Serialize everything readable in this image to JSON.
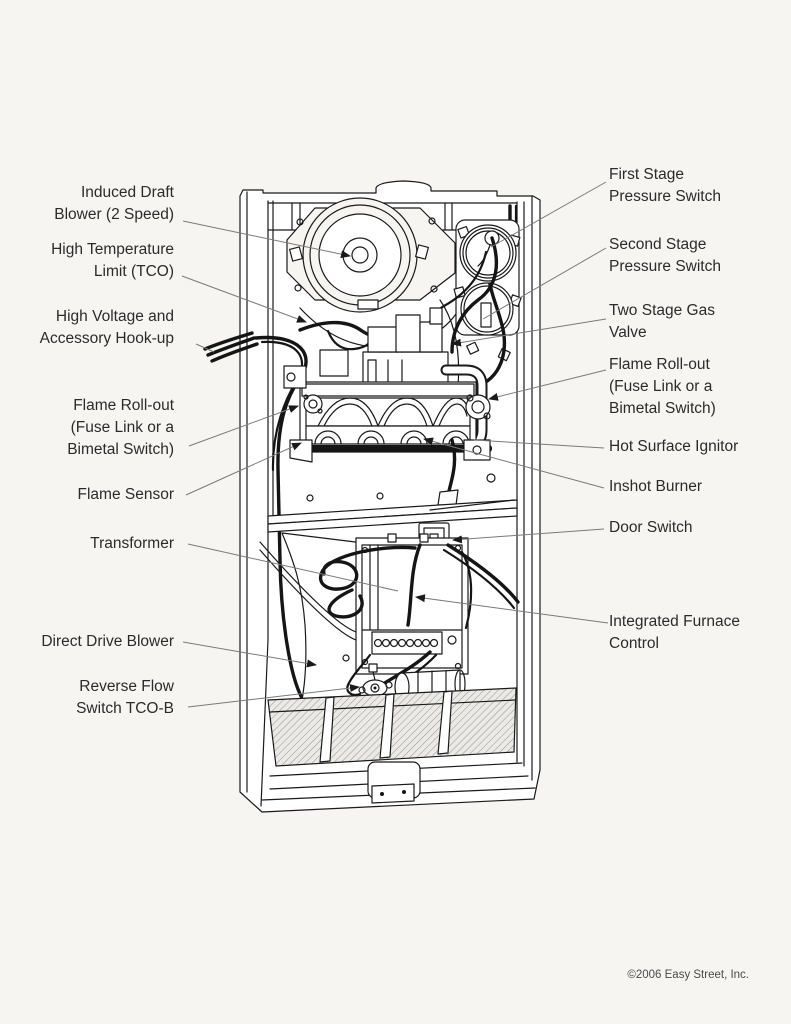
{
  "page": {
    "background": "#f6f5f2",
    "line_color": "#1a1a1a",
    "leader_color": "#7a7a7a",
    "text_color": "#2b2b2b"
  },
  "labels": {
    "left": [
      {
        "id": "induced-draft-blower",
        "text": "Induced Draft\nBlower (2 Speed)"
      },
      {
        "id": "high-temperature-limit",
        "text": "High Temperature\nLimit (TCO)"
      },
      {
        "id": "high-voltage-hookup",
        "text": "High Voltage and\nAccessory Hook-up"
      },
      {
        "id": "flame-rollout-left",
        "text": "Flame Roll-out\n(Fuse Link or a\nBimetal Switch)"
      },
      {
        "id": "flame-sensor",
        "text": "Flame Sensor"
      },
      {
        "id": "transformer",
        "text": "Transformer"
      },
      {
        "id": "direct-drive-blower",
        "text": "Direct Drive Blower"
      },
      {
        "id": "reverse-flow-switch",
        "text": "Reverse Flow\nSwitch TCO-B"
      }
    ],
    "right": [
      {
        "id": "first-stage-pressure-switch",
        "text": "First Stage\nPressure Switch"
      },
      {
        "id": "second-stage-pressure-switch",
        "text": "Second Stage\nPressure Switch"
      },
      {
        "id": "two-stage-gas-valve",
        "text": "Two Stage Gas\nValve"
      },
      {
        "id": "flame-rollout-right",
        "text": "Flame Roll-out\n(Fuse Link or a\nBimetal Switch)"
      },
      {
        "id": "hot-surface-ignitor",
        "text": "Hot Surface Ignitor"
      },
      {
        "id": "inshot-burner",
        "text": "Inshot Burner"
      },
      {
        "id": "door-switch",
        "text": "Door Switch"
      },
      {
        "id": "integrated-furnace-control",
        "text": "Integrated Furnace\nControl"
      }
    ]
  },
  "footer": {
    "copyright": "©2006 Easy Street, Inc."
  }
}
